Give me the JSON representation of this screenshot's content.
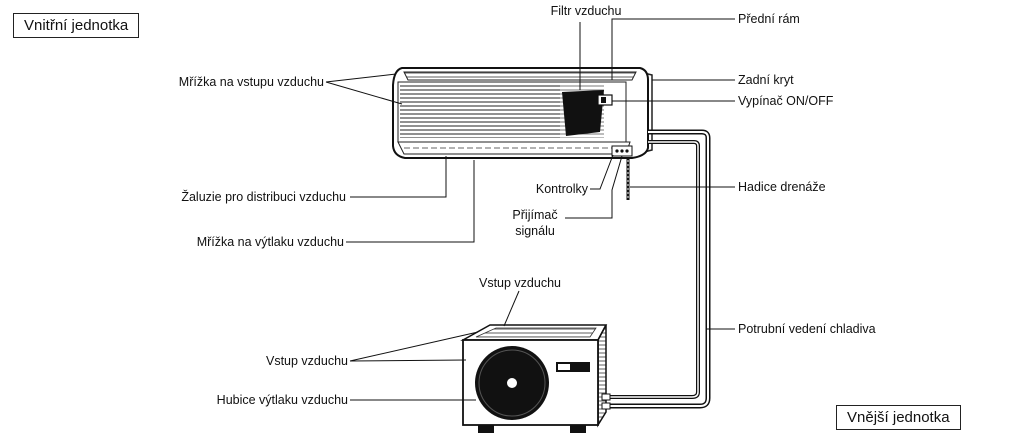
{
  "boxes": {
    "indoor": "Vnitřní jednotka",
    "outdoor": "Vnější jednotka"
  },
  "labels": {
    "filter": "Filtr vzduchu",
    "front_frame": "Přední rám",
    "intake_grille": "Mřížka na vstupu vzduchu",
    "back_cover": "Zadní kryt",
    "on_off": "Vypínač ON/OFF",
    "louver": "Žaluzie pro distribuci vzduchu",
    "indicators": "Kontrolky",
    "drain_hose": "Hadice drenáže",
    "receiver_line1": "Přijímač",
    "receiver_line2": "signálu",
    "outlet_grille": "Mřížka na výtlaku vzduchu",
    "outdoor_intake_top": "Vstup vzduchu",
    "outdoor_intake_left": "Vstup vzduchu",
    "refrigerant_piping": "Potrubní vedení chladiva",
    "outlet_nozzle": "Hubice výtlaku vzduchu"
  }
}
